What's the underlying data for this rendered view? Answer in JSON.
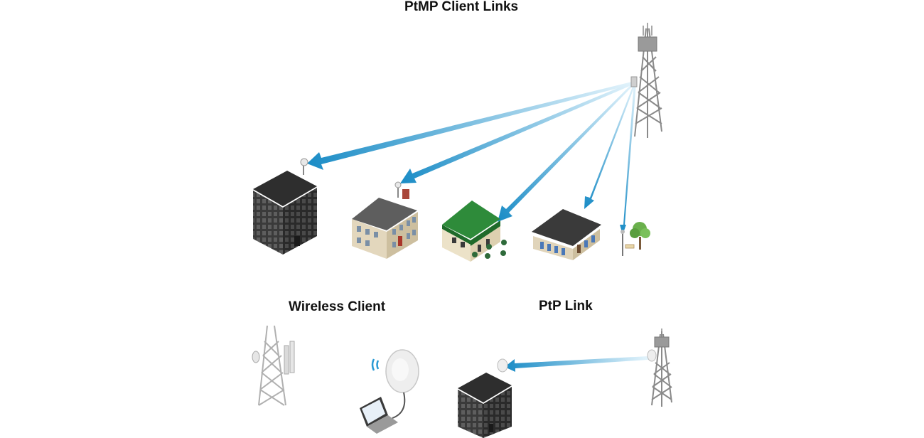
{
  "titles": {
    "ptmp": "PtMP Client Links",
    "wireless_client": "Wireless Client",
    "ptp": "PtP Link"
  },
  "colors": {
    "beam_start": "#d4ecf8",
    "beam_end": "#1a8cc6",
    "office_building": "#3b3b3b",
    "house": "#d9cdb4",
    "cafe_roof": "#2e8b3a",
    "shop_roof": "#3a3a3a",
    "tree": "#6ab04c"
  }
}
